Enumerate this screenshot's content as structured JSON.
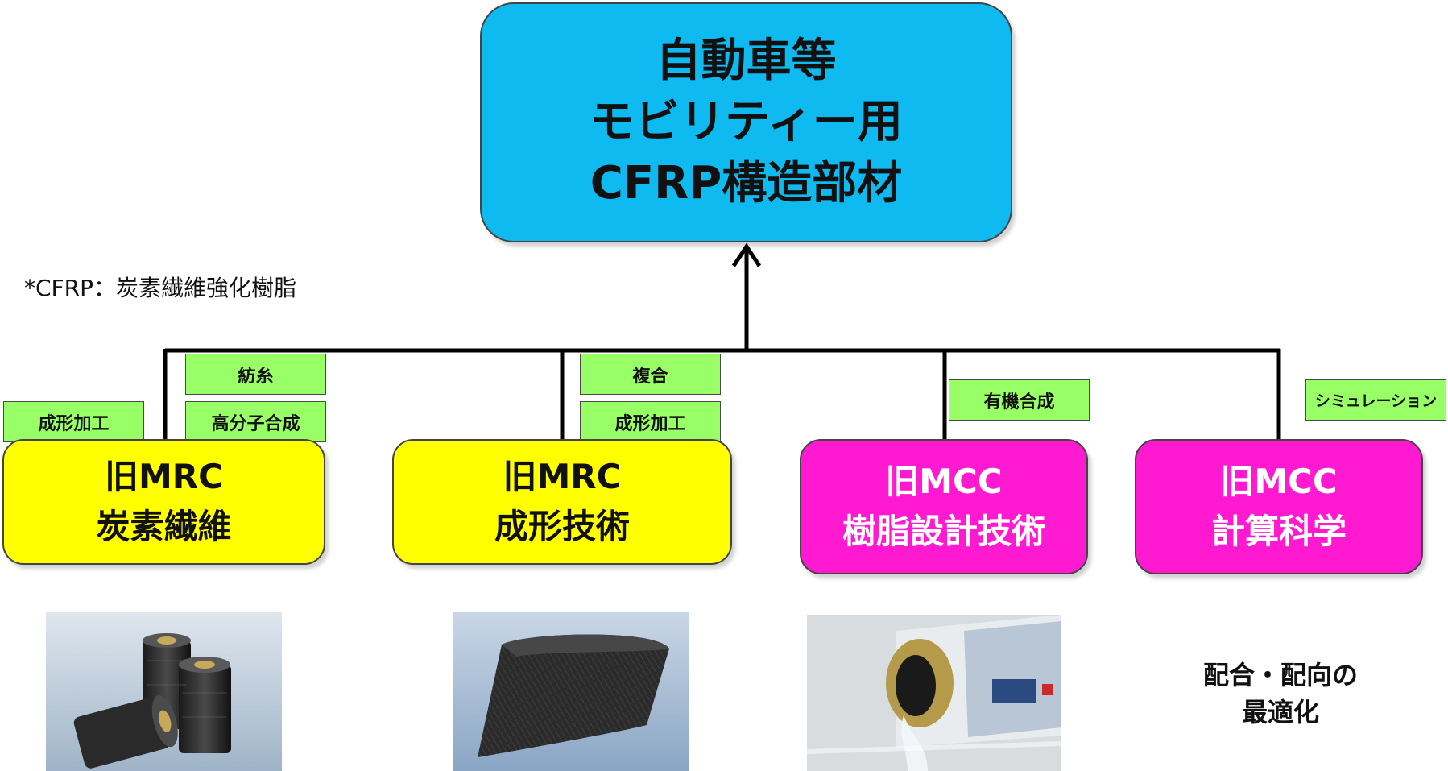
{
  "top": {
    "line1": "自動車等",
    "line2": "モビリティー用",
    "line3": "CFRP構造部材"
  },
  "footnote": "*CFRP：炭素繊維強化樹脂",
  "categories": [
    {
      "line1": "旧MRC",
      "line2": "炭素繊維",
      "color": "#ffff00"
    },
    {
      "line1": "旧MRC",
      "line2": "成形技術",
      "color": "#ffff00"
    },
    {
      "line1": "旧MCC",
      "line2": "樹脂設計技術",
      "color": "#ff1ad1"
    },
    {
      "line1": "旧MCC",
      "line2": "計算科学",
      "color": "#ff1ad1"
    }
  ],
  "tags": {
    "spinning": "紡糸",
    "polymer_synthesis": "高分子合成",
    "molding_left": "成形加工",
    "composite": "複合",
    "molding_center": "成形加工",
    "organic_synthesis": "有機合成",
    "simulation": "シミュレーション"
  },
  "photos": {
    "fiber_spools": "carbon-fiber-spools",
    "fiber_sheet": "carbon-fiber-sheet",
    "resin_can": "resin-can-pouring"
  },
  "caption": {
    "line1": "配合・配向の",
    "line2": "最適化"
  },
  "colors": {
    "top": "#0fbaf0",
    "yellow": "#ffff00",
    "magenta": "#ff1ad1",
    "tag": "#99ff66"
  }
}
